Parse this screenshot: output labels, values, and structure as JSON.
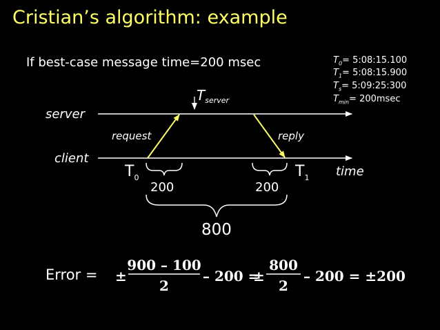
{
  "slide": {
    "title": "Cristian’s algorithm: example",
    "statement": "If best-case message time=200 msec",
    "title_color": "#ffff66"
  },
  "params": {
    "t0": {
      "sym": "T",
      "sub": "0",
      "text": "= 5:08:15.100"
    },
    "t1": {
      "sym": "T",
      "sub": "1",
      "text": "= 5:08:15.900"
    },
    "ts": {
      "sym": "T",
      "sub": "s",
      "text": "= 5:09:25:300"
    },
    "tmin": {
      "sym": "T",
      "sub": "min",
      "text": "= 200msec"
    }
  },
  "diagram": {
    "server_label": "server",
    "client_label": "client",
    "time_label": "time",
    "request_label": "request",
    "reply_label": "reply",
    "tserver": {
      "sym": "T",
      "sub": "server"
    },
    "t0_label": {
      "sym": "T",
      "sub": "0"
    },
    "t1_label": {
      "sym": "T",
      "sub": "1"
    },
    "left_span": "200",
    "right_span": "200",
    "total_span": "800",
    "arrow_color": "#ffff66",
    "line_color": "#ffffff"
  },
  "formula": {
    "label": "Error =",
    "pm1": "±",
    "num1": "900 – 100",
    "den1": "2",
    "minus1": "– 200 =",
    "pm2": "±",
    "num2": "800",
    "den2": "2",
    "result": "– 200 = ±200"
  }
}
